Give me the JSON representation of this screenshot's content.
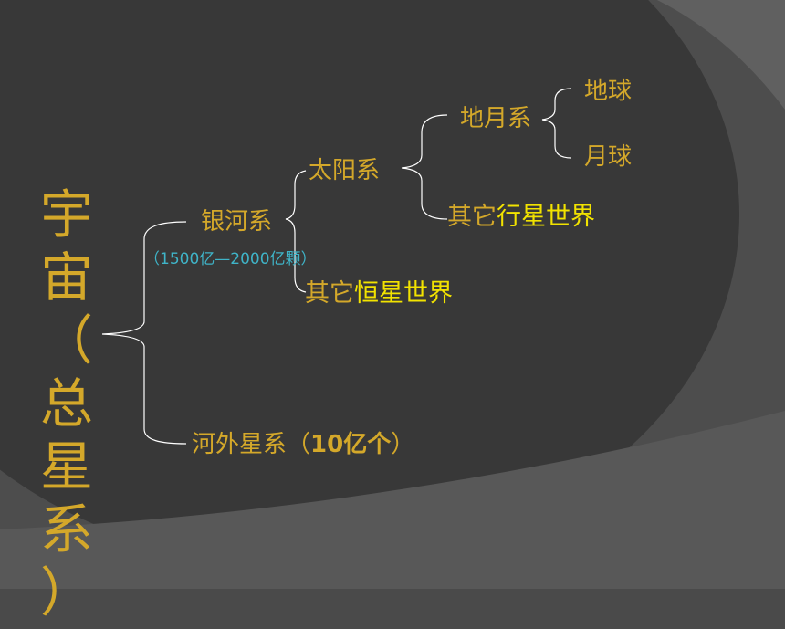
{
  "root": {
    "title_chars": [
      "宇",
      "宙",
      "（",
      "总",
      "星",
      "系",
      "）"
    ]
  },
  "nodes": {
    "galaxy": "银河系",
    "galaxy_count": "（1500亿—2000亿颗）",
    "solar_system": "太阳系",
    "earth_moon_system": "地月系",
    "earth": "地球",
    "moon": "月球",
    "other_planets_prefix": "其它",
    "other_planets_suffix": "行星世界",
    "other_stars_prefix": "其它",
    "other_stars_suffix": "恒星世界",
    "extragalactic_prefix": "河外星系（",
    "extragalactic_count": "10亿个",
    "extragalactic_suffix": "）"
  },
  "colors": {
    "background_outer": "#4a4a4a",
    "background_inner": "#383838",
    "text_gold": "#d4a82a",
    "text_yellow": "#f2e300",
    "text_cyan": "#3fb4c8",
    "bracket_line": "#ffffff"
  }
}
